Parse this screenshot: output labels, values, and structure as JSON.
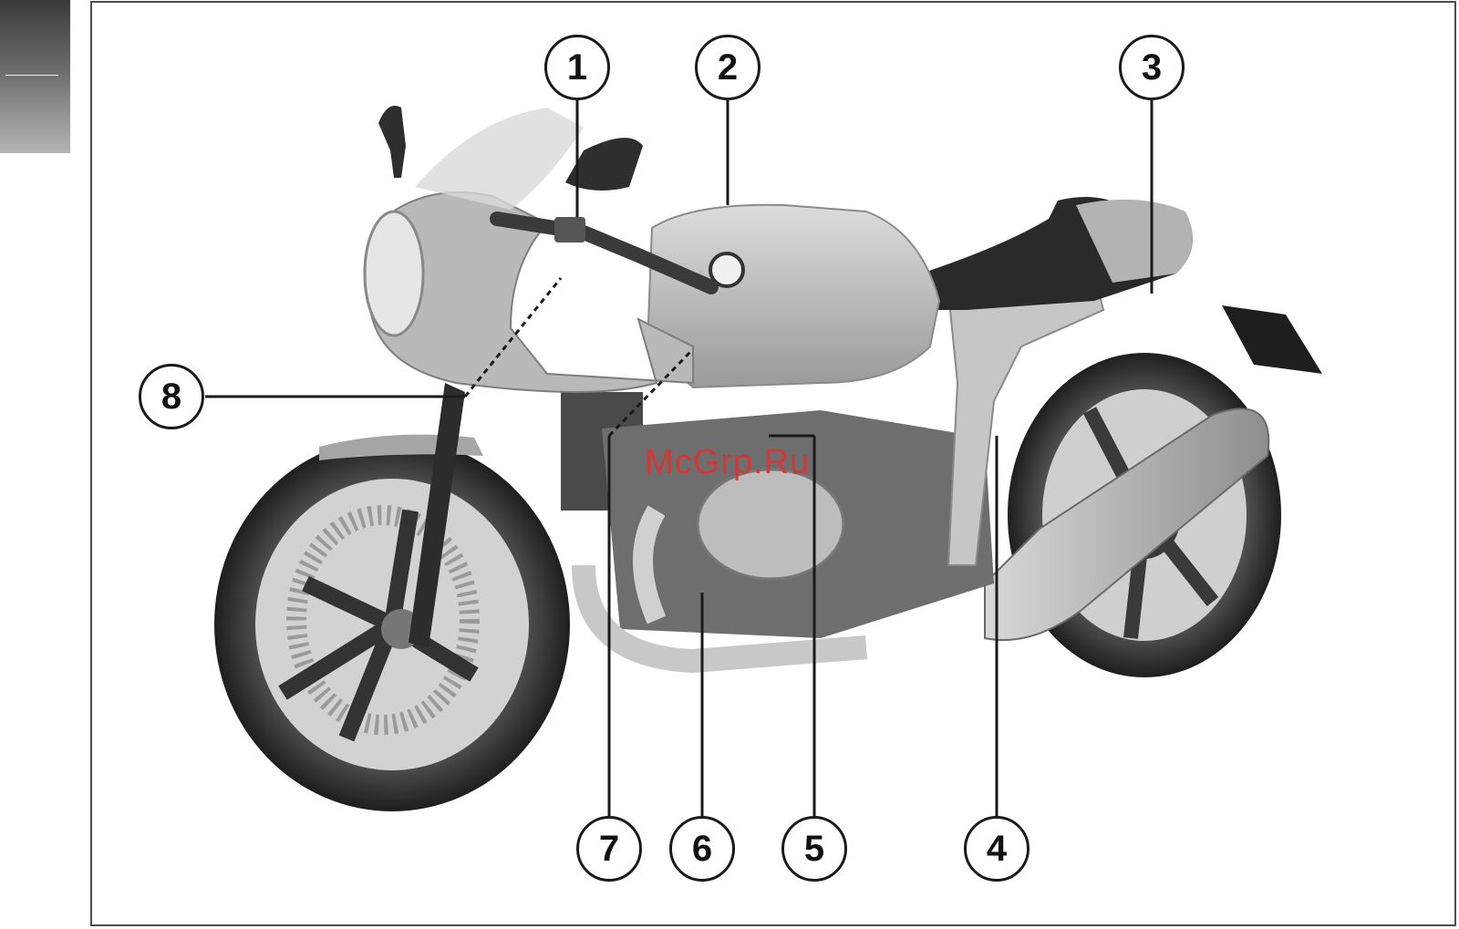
{
  "watermark": "McGrp.Ru",
  "callouts": [
    "1",
    "2",
    "3",
    "4",
    "5",
    "6",
    "7",
    "8"
  ],
  "colors": {
    "frame": "#4d4d4d",
    "watermark": "#e03030",
    "body_panel": "#b9b9b9",
    "tyre": "#2a2a2a"
  }
}
